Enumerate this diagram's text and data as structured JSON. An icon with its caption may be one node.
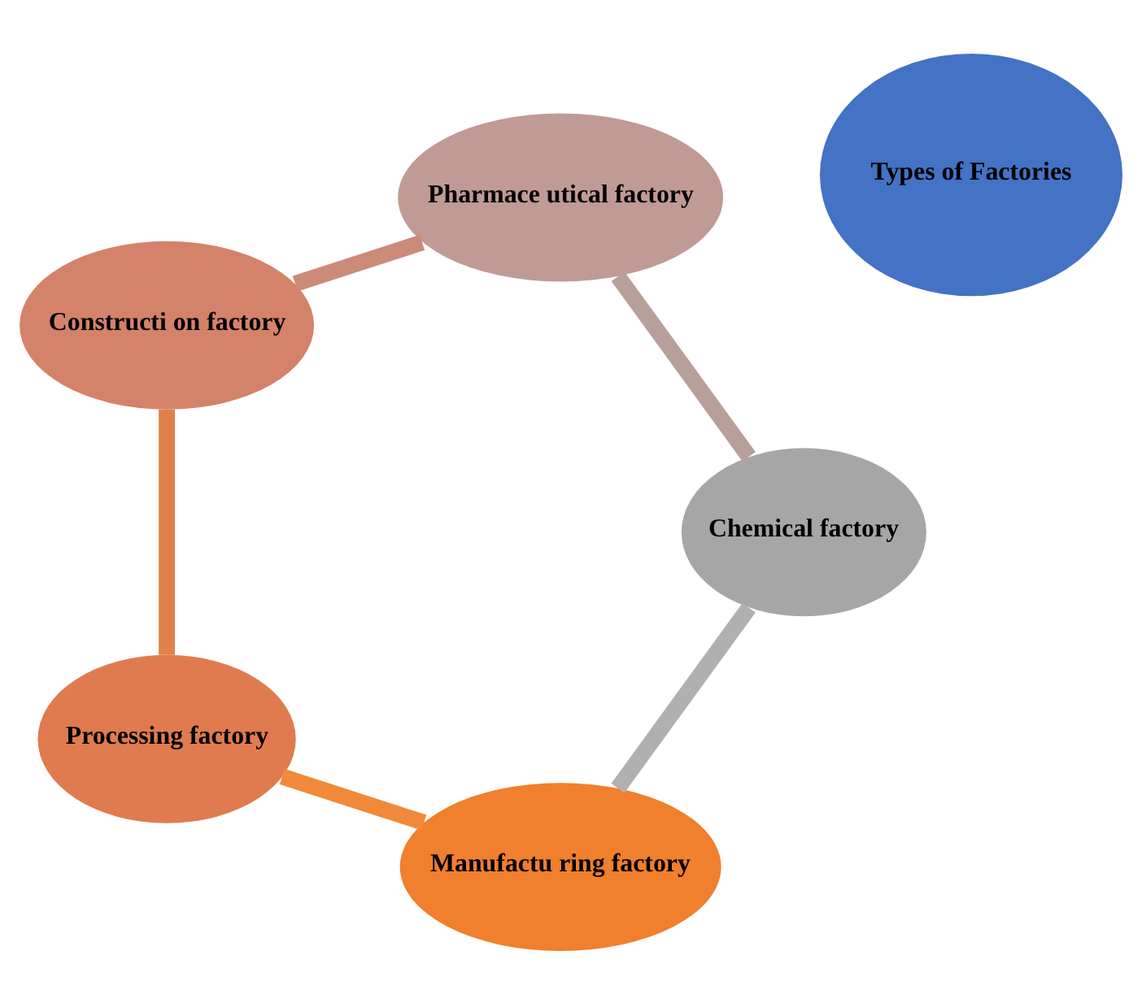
{
  "diagram": {
    "nodes": [
      {
        "text": [
          "Manufactu ring factory"
        ]
      },
      {
        "text": [
          "Processing factory"
        ]
      },
      {
        "text": [
          "Constructi on factory"
        ]
      },
      {
        "text": [
          "Pharmace utical factory"
        ]
      },
      {
        "text": [
          "Chemical factory"
        ]
      },
      {
        "text": [
          "Types of Factories"
        ]
      }
    ],
    "edges": [
      {
        "from": 0,
        "to": 1,
        "arrow": "none",
        "color": "#f08a3a"
      },
      {
        "from": 1,
        "to": 2,
        "arrow": "none",
        "color": "#e2804c"
      },
      {
        "from": 2,
        "to": 3,
        "arrow": "none",
        "color": "#cc8a78"
      },
      {
        "from": 3,
        "to": 4,
        "arrow": "none",
        "color": "#b8a09a"
      },
      {
        "from": 4,
        "to": 0,
        "arrow": "none",
        "color": "#b0b0b0"
      }
    ]
  }
}
